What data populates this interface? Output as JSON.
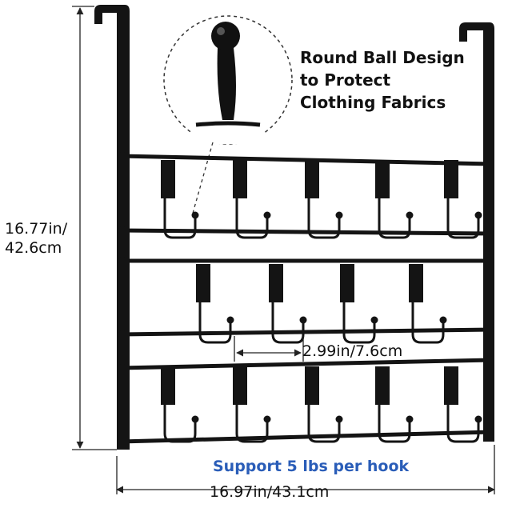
{
  "callout": {
    "line1": "Round Ball Design",
    "line2": "to Protect",
    "line3": "Clothing Fabrics"
  },
  "dimensions": {
    "height_line1": "16.77in/",
    "height_line2": "42.6cm",
    "width": "16.97in/43.1cm",
    "hook_spacing": "2.99in/7.6cm"
  },
  "support_text": "Support 5 lbs per hook",
  "colors": {
    "product": "#141414",
    "support_text": "#2a5db8",
    "dimension_lines": "#222222"
  }
}
